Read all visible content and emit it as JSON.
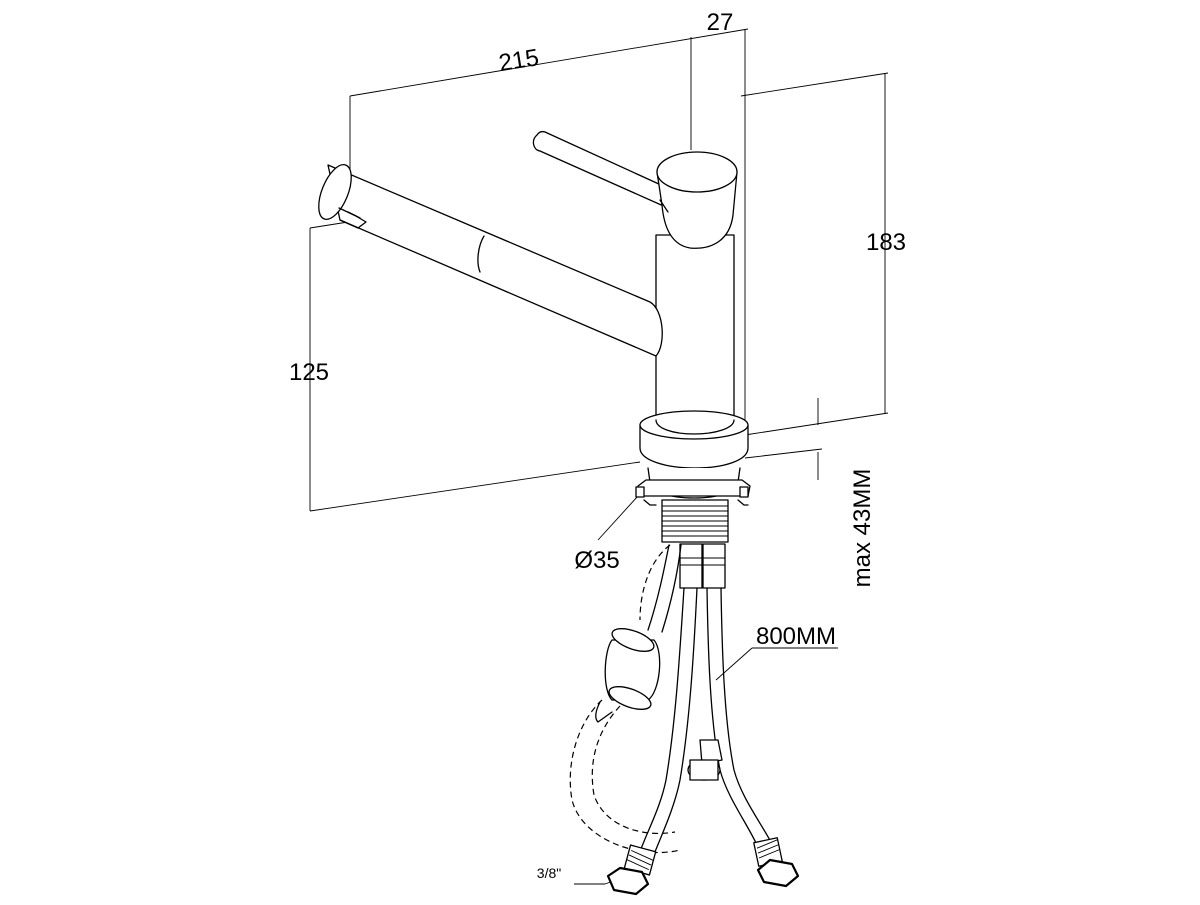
{
  "dimensions": {
    "spout_length": "215",
    "body_diameter": "27",
    "total_height": "183",
    "spout_height": "125",
    "hole_diameter": "Ø35",
    "max_deck_thickness": "max 43MM",
    "hose_length": "800MM",
    "connection_size": "3/8\""
  }
}
